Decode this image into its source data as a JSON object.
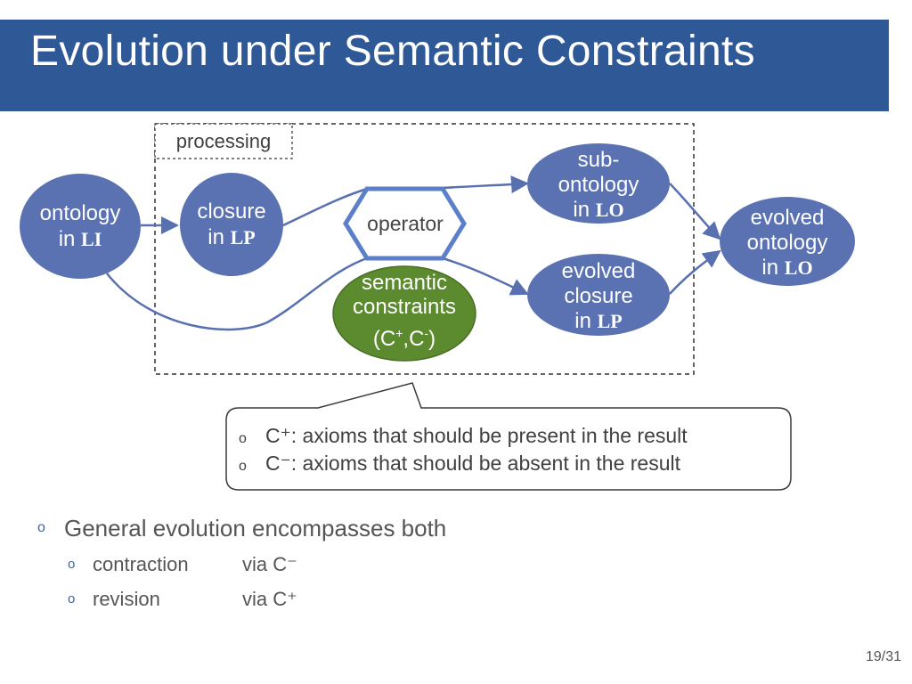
{
  "slide": {
    "title": "Evolution under Semantic Constraints",
    "page_number": "19/31"
  },
  "diagram": {
    "processing_label": "processing",
    "nodes": {
      "ontology_li": {
        "line1": "ontology",
        "line2_prefix": "in ",
        "line2_bold": "LI"
      },
      "closure_lp": {
        "line1": "closure",
        "line2_prefix": "in ",
        "line2_bold": "LP"
      },
      "operator": {
        "label": "operator"
      },
      "semantic_constraints": {
        "line1": "semantic",
        "line2": "constraints",
        "line3_prefix": "(C",
        "sup1": "+",
        "mid": ",C",
        "sup2": "-",
        "line3_suffix": ")"
      },
      "sub_ontology_lo": {
        "line1": "sub-",
        "line2": "ontology",
        "line3_prefix": "in ",
        "line3_bold": "LO"
      },
      "evolved_closure_lp": {
        "line1": "evolved",
        "line2": "closure",
        "line3_prefix": "in ",
        "line3_bold": "LP"
      },
      "evolved_ontology_lo": {
        "line1": "evolved",
        "line2": "ontology",
        "line3_prefix": "in ",
        "line3_bold": "LO"
      }
    },
    "callout": {
      "items": [
        {
          "bullet": "o",
          "text": "C⁺: axioms that should be present in the result"
        },
        {
          "bullet": "o",
          "text": "C⁻: axioms that should be absent in the result"
        }
      ]
    },
    "colors": {
      "title_bar": "#2f5896",
      "node_blue": "#5b72b2",
      "node_green": "#5c8a2e",
      "arrow": "#5870b0",
      "operator_stroke": "#5b7fc8"
    }
  },
  "bullets": {
    "main": {
      "bullet": "o",
      "text": "General evolution encompasses both"
    },
    "sub": [
      {
        "bullet": "o",
        "label": "contraction",
        "via": "via C⁻"
      },
      {
        "bullet": "o",
        "label": "revision",
        "via": "via C⁺"
      }
    ]
  }
}
